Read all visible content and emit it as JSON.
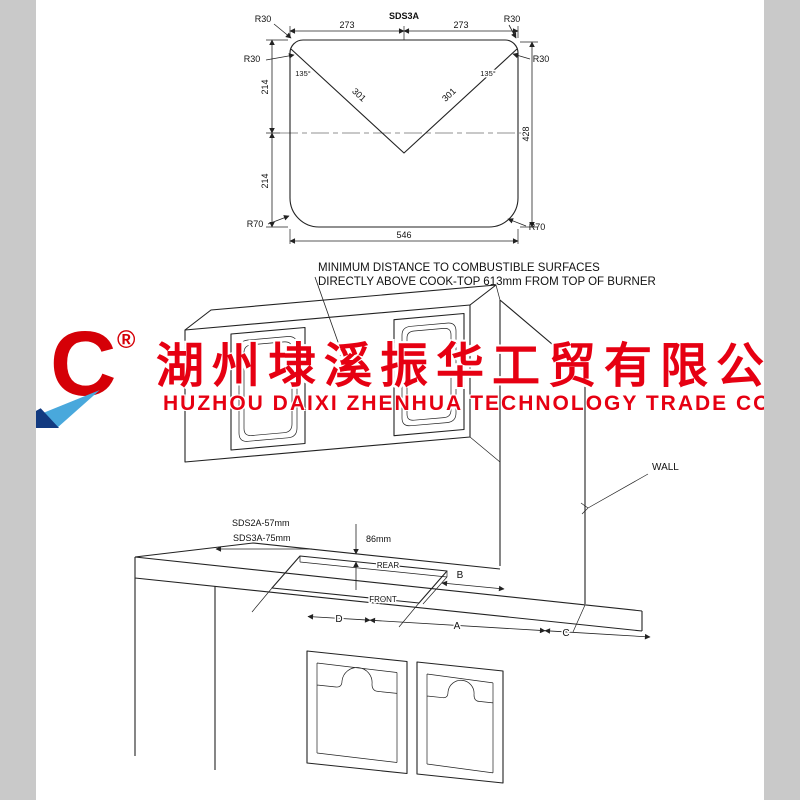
{
  "page": {
    "background": "#ffffff",
    "margin_bar": "#c9c9c9",
    "line_color": "#222222"
  },
  "cutout_drawing": {
    "title": "SDS3A",
    "labels": {
      "r30": "R30",
      "r70": "R70",
      "half_width": "273",
      "total_width": "546",
      "half_height": "214",
      "total_height": "428",
      "angle": "135°",
      "diagonal": "301"
    }
  },
  "note": {
    "line1": "MINIMUM DISTANCE TO COMBUSTIBLE SURFACES",
    "line2": "DIRECTLY ABOVE COOK-TOP 613mm FROM TOP OF BURNER"
  },
  "watermark": {
    "monogram": "C",
    "registered_mark": "®",
    "company_cn": "湖州埭溪振华工贸有限公",
    "company_en": "HUZHOU DAIXI ZHENHUA TECHNOLOGY TRADE CO",
    "brand_red": "#e60012",
    "brand_blue": "#49a8dc"
  },
  "installation_view": {
    "clearance_labels": {
      "model_a": "SDS2A-57mm",
      "model_b": "SDS3A-75mm",
      "rear_gap": "86mm"
    },
    "cutout_labels": {
      "rear": "REAR",
      "front": "FRONT"
    },
    "wall_label": "WALL",
    "dims": {
      "a": "A",
      "b": "B",
      "c": "C",
      "d": "D"
    }
  }
}
